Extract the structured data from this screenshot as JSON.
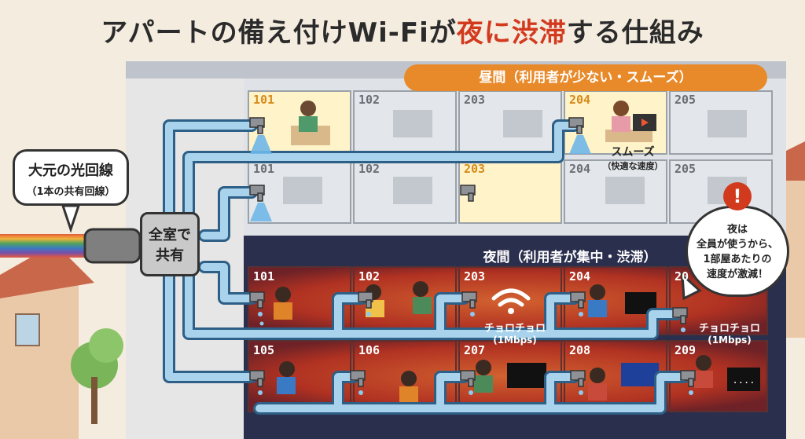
{
  "title": {
    "part1": "アパートの備え付けWi-Fiが",
    "part2": "夜に渋滞",
    "part3": "する仕組み"
  },
  "source_line": {
    "label": "大元の光回線",
    "sub": "（1本の共有回線）"
  },
  "hub": {
    "line1": "全室で",
    "line2": "共有"
  },
  "daytime": {
    "banner": "昼間（利用者が少ない・スムーズ）",
    "smooth_label": "スムーズ",
    "smooth_sub": "（快適な速度）",
    "rooms_row1": [
      "101",
      "102",
      "203",
      "204",
      "205"
    ],
    "rooms_row2": [
      "101",
      "102",
      "203",
      "204",
      "205"
    ]
  },
  "nighttime": {
    "banner": "夜間（利用者が集中・渋滞）",
    "slow_label_1": "チョロチョロ",
    "slow_sub_1": "(1Mbps)",
    "slow_label_2": "チョロチョロ",
    "slow_sub_2": "(1Mbps)",
    "rooms_row1": [
      "101",
      "102",
      "203",
      "204",
      "20"
    ],
    "rooms_row2": [
      "105",
      "106",
      "207",
      "208",
      "209"
    ]
  },
  "warning": {
    "icon": "!",
    "line1": "夜は",
    "line2": "全員が使うから、",
    "line3": "1部屋あたりの",
    "line4": "速度が激減！"
  },
  "colors": {
    "pipe": "#a9d3ec",
    "pipe_outline": "#2e5f86",
    "day_room": "#fff3c9",
    "day_room_off": "#e3e6ea",
    "night_bg": "#2b2f4e",
    "night_glow": "#d8431d",
    "accent_red": "#d23a1e",
    "banner_orange": "#e88a2a"
  }
}
